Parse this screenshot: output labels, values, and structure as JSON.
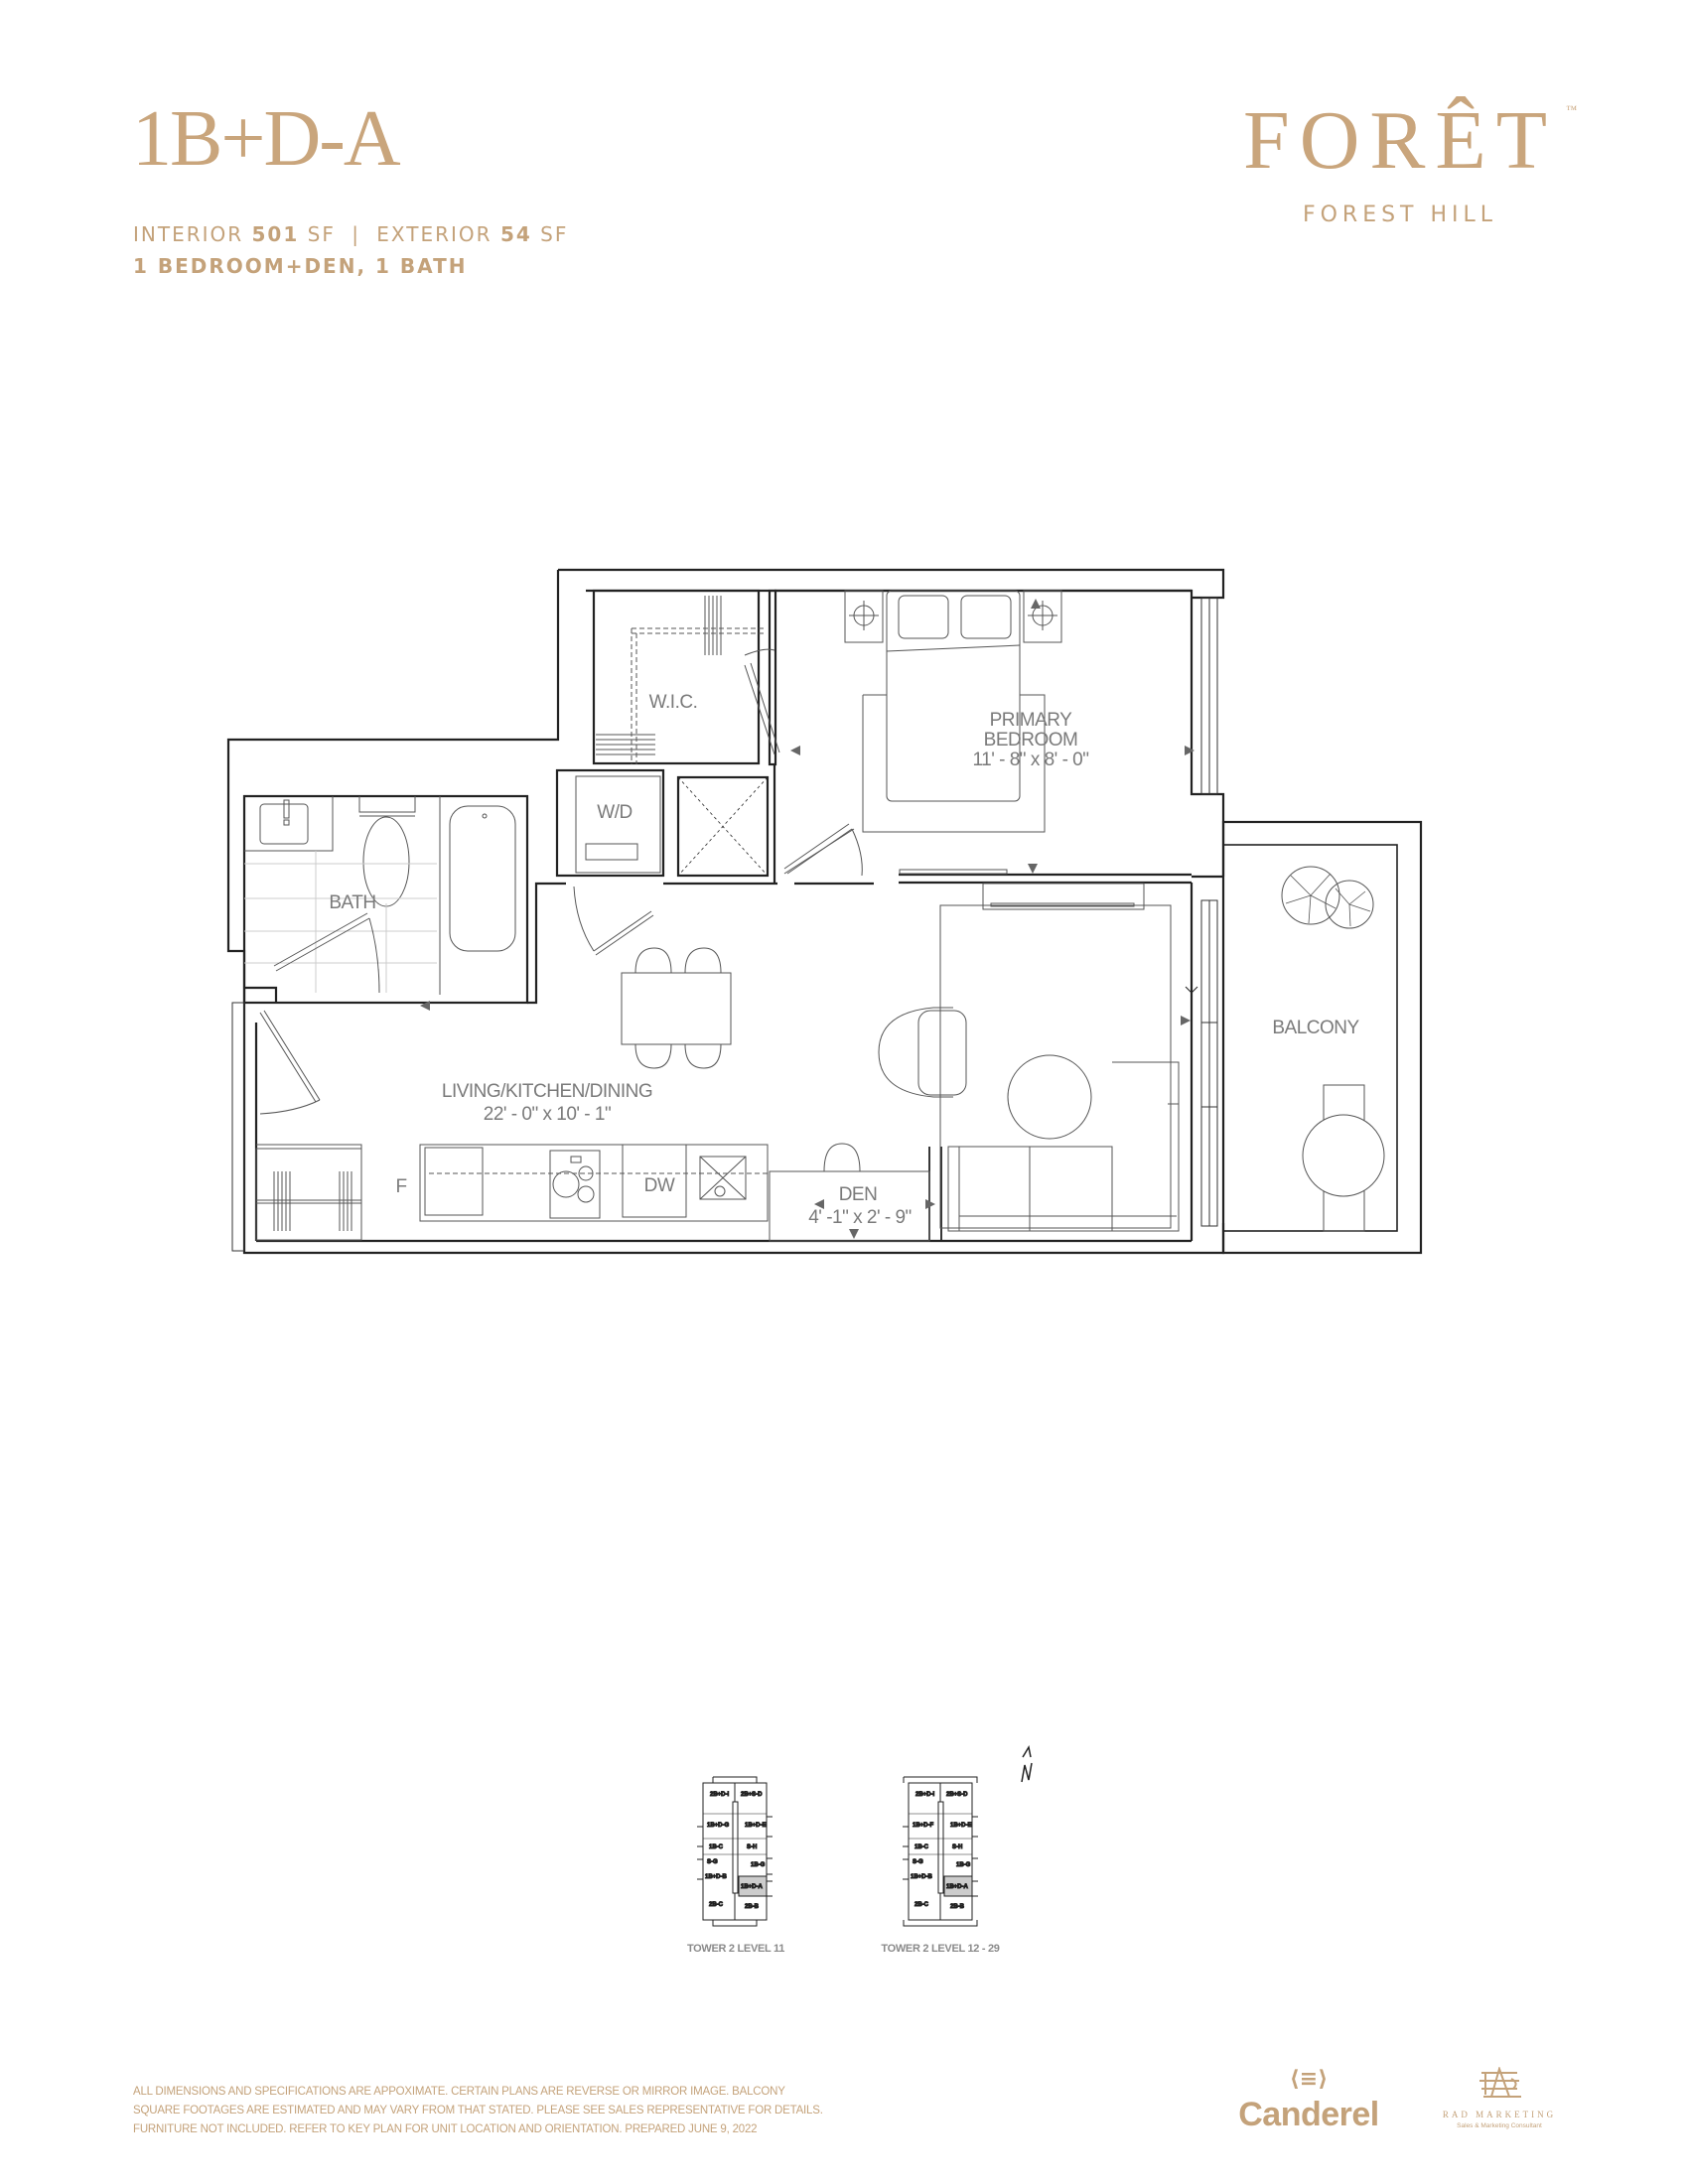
{
  "header": {
    "unit_name": "1B+D-A",
    "interior_label": "INTERIOR",
    "interior_value": "501",
    "interior_unit": "SF",
    "separator": "|",
    "exterior_label": "EXTERIOR",
    "exterior_value": "54",
    "exterior_unit": "SF",
    "unit_type": "1 BEDROOM+DEN, 1 BATH"
  },
  "brand": {
    "name": "FORÊT",
    "trademark": "™",
    "subtitle": "FOREST HILL",
    "accent_color": "#c4a27a"
  },
  "floorplan": {
    "rooms": [
      {
        "id": "wic",
        "label": "W.I.C.",
        "dimensions": ""
      },
      {
        "id": "primary-bedroom",
        "label_line1": "PRIMARY",
        "label_line2": "BEDROOM",
        "dimensions": "11' - 8\" x 8' - 0\""
      },
      {
        "id": "wd",
        "label": "W/D",
        "dimensions": ""
      },
      {
        "id": "bath",
        "label": "BATH",
        "dimensions": ""
      },
      {
        "id": "living",
        "label": "LIVING/KITCHEN/DINING",
        "dimensions": "22' - 0\" x 10' - 1\""
      },
      {
        "id": "balcony",
        "label": "BALCONY",
        "dimensions": ""
      },
      {
        "id": "den",
        "label": "DEN",
        "dimensions": "4' -1\" x 2' - 9\""
      }
    ],
    "appliances": {
      "fridge": "F",
      "dishwasher": "DW"
    }
  },
  "keyplans": {
    "north_label": "N",
    "plans": [
      {
        "caption": "TOWER 2 LEVEL 11",
        "units": [
          "2B+D-I",
          "2B+S-D",
          "1B+D-G",
          "1B+D-E",
          "1B-C",
          "S-H",
          "S-G",
          "1B-G",
          "1B+D-B",
          "1B+D-A",
          "2B-C",
          "2B-B"
        ],
        "highlighted": "1B+D-A"
      },
      {
        "caption": "TOWER 2 LEVEL 12 - 29",
        "units": [
          "2B+D-I",
          "2B+S-D",
          "1B+D-F",
          "1B+D-E",
          "1B-C",
          "S-H",
          "S-G",
          "1B-G",
          "1B+D-B",
          "1B+D-A",
          "2B-C",
          "2B-B"
        ],
        "highlighted": "1B+D-A"
      }
    ]
  },
  "footer": {
    "disclaimer_line1": "ALL DIMENSIONS AND SPECIFICATIONS ARE APPOXIMATE. CERTAIN PLANS ARE REVERSE OR MIRROR IMAGE. BALCONY",
    "disclaimer_line2": "SQUARE FOOTAGES ARE ESTIMATED AND MAY VARY FROM THAT STATED. PLEASE SEE SALES REPRESENTATIVE FOR DETAILS.",
    "disclaimer_line3": "FURNITURE NOT INCLUDED. REFER TO KEY PLAN FOR UNIT LOCATION AND ORIENTATION. PREPARED JUNE 9, 2022",
    "developer_mark": "⟨≡⟩",
    "developer_name": "Canderel",
    "marketing_name": "RAD MARKETING",
    "marketing_subtitle": "Sales & Marketing Consultant"
  }
}
